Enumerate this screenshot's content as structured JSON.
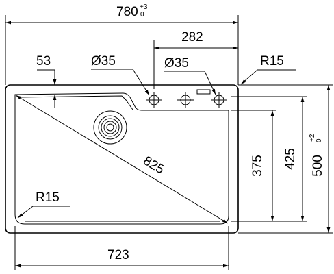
{
  "dimensions": {
    "overall_width": {
      "value": "780",
      "tol_upper": "+3",
      "tol_lower": "0"
    },
    "tap_offset": "282",
    "front_edge_offset": "53",
    "hole_diameter_left": "Ø35",
    "hole_diameter_right": "Ø35",
    "corner_radius_outer": "R15",
    "diagonal": "825",
    "bowl_depth": "375",
    "inner_depth": "425",
    "overall_depth": {
      "value": "500",
      "tol_upper": "+2",
      "tol_lower": "0"
    },
    "corner_radius_inner": "R15",
    "bowl_width": "723"
  }
}
